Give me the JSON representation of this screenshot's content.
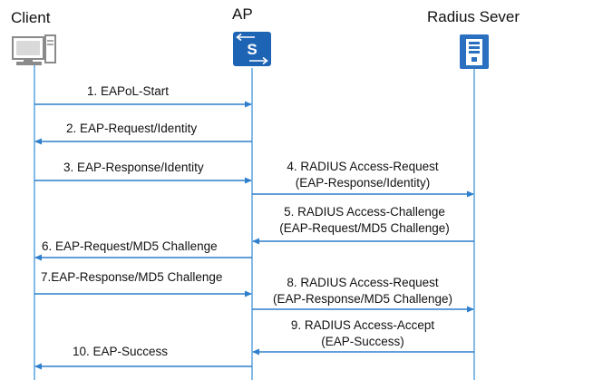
{
  "actors": {
    "client": "Client",
    "ap": "AP",
    "radius": "Radius Sever"
  },
  "ap_icon_glyph": "S",
  "colors": {
    "lifeline": "#5ba3dd",
    "arrow": "#2e7fcc",
    "ap_icon": "#1e64b4",
    "server_icon": "#2a6fc0",
    "computer_icon": "#8a8a8a",
    "text": "#111111"
  },
  "icons": {
    "client": "computer-icon",
    "ap": "access-point-switch-icon",
    "radius": "server-icon"
  },
  "messages": [
    {
      "id": 1,
      "lines": [
        "1. EAPoL-Start"
      ]
    },
    {
      "id": 2,
      "lines": [
        "2. EAP-Request/Identity"
      ]
    },
    {
      "id": 3,
      "lines": [
        "3. EAP-Response/Identity"
      ]
    },
    {
      "id": 4,
      "lines": [
        "4. RADIUS Access-Request",
        "(EAP-Response/Identity)"
      ]
    },
    {
      "id": 5,
      "lines": [
        "5. RADIUS Access-Challenge",
        "(EAP-Request/MD5 Challenge)"
      ]
    },
    {
      "id": 6,
      "lines": [
        "6. EAP-Request/MD5 Challenge"
      ]
    },
    {
      "id": 7,
      "lines": [
        "7.EAP-Response/MD5 Challenge"
      ]
    },
    {
      "id": 8,
      "lines": [
        "8. RADIUS Access-Request",
        "(EAP-Response/MD5 Challenge)"
      ]
    },
    {
      "id": 9,
      "lines": [
        "9. RADIUS Access-Accept",
        "(EAP-Success)"
      ]
    },
    {
      "id": 10,
      "lines": [
        "10. EAP-Success"
      ]
    }
  ]
}
